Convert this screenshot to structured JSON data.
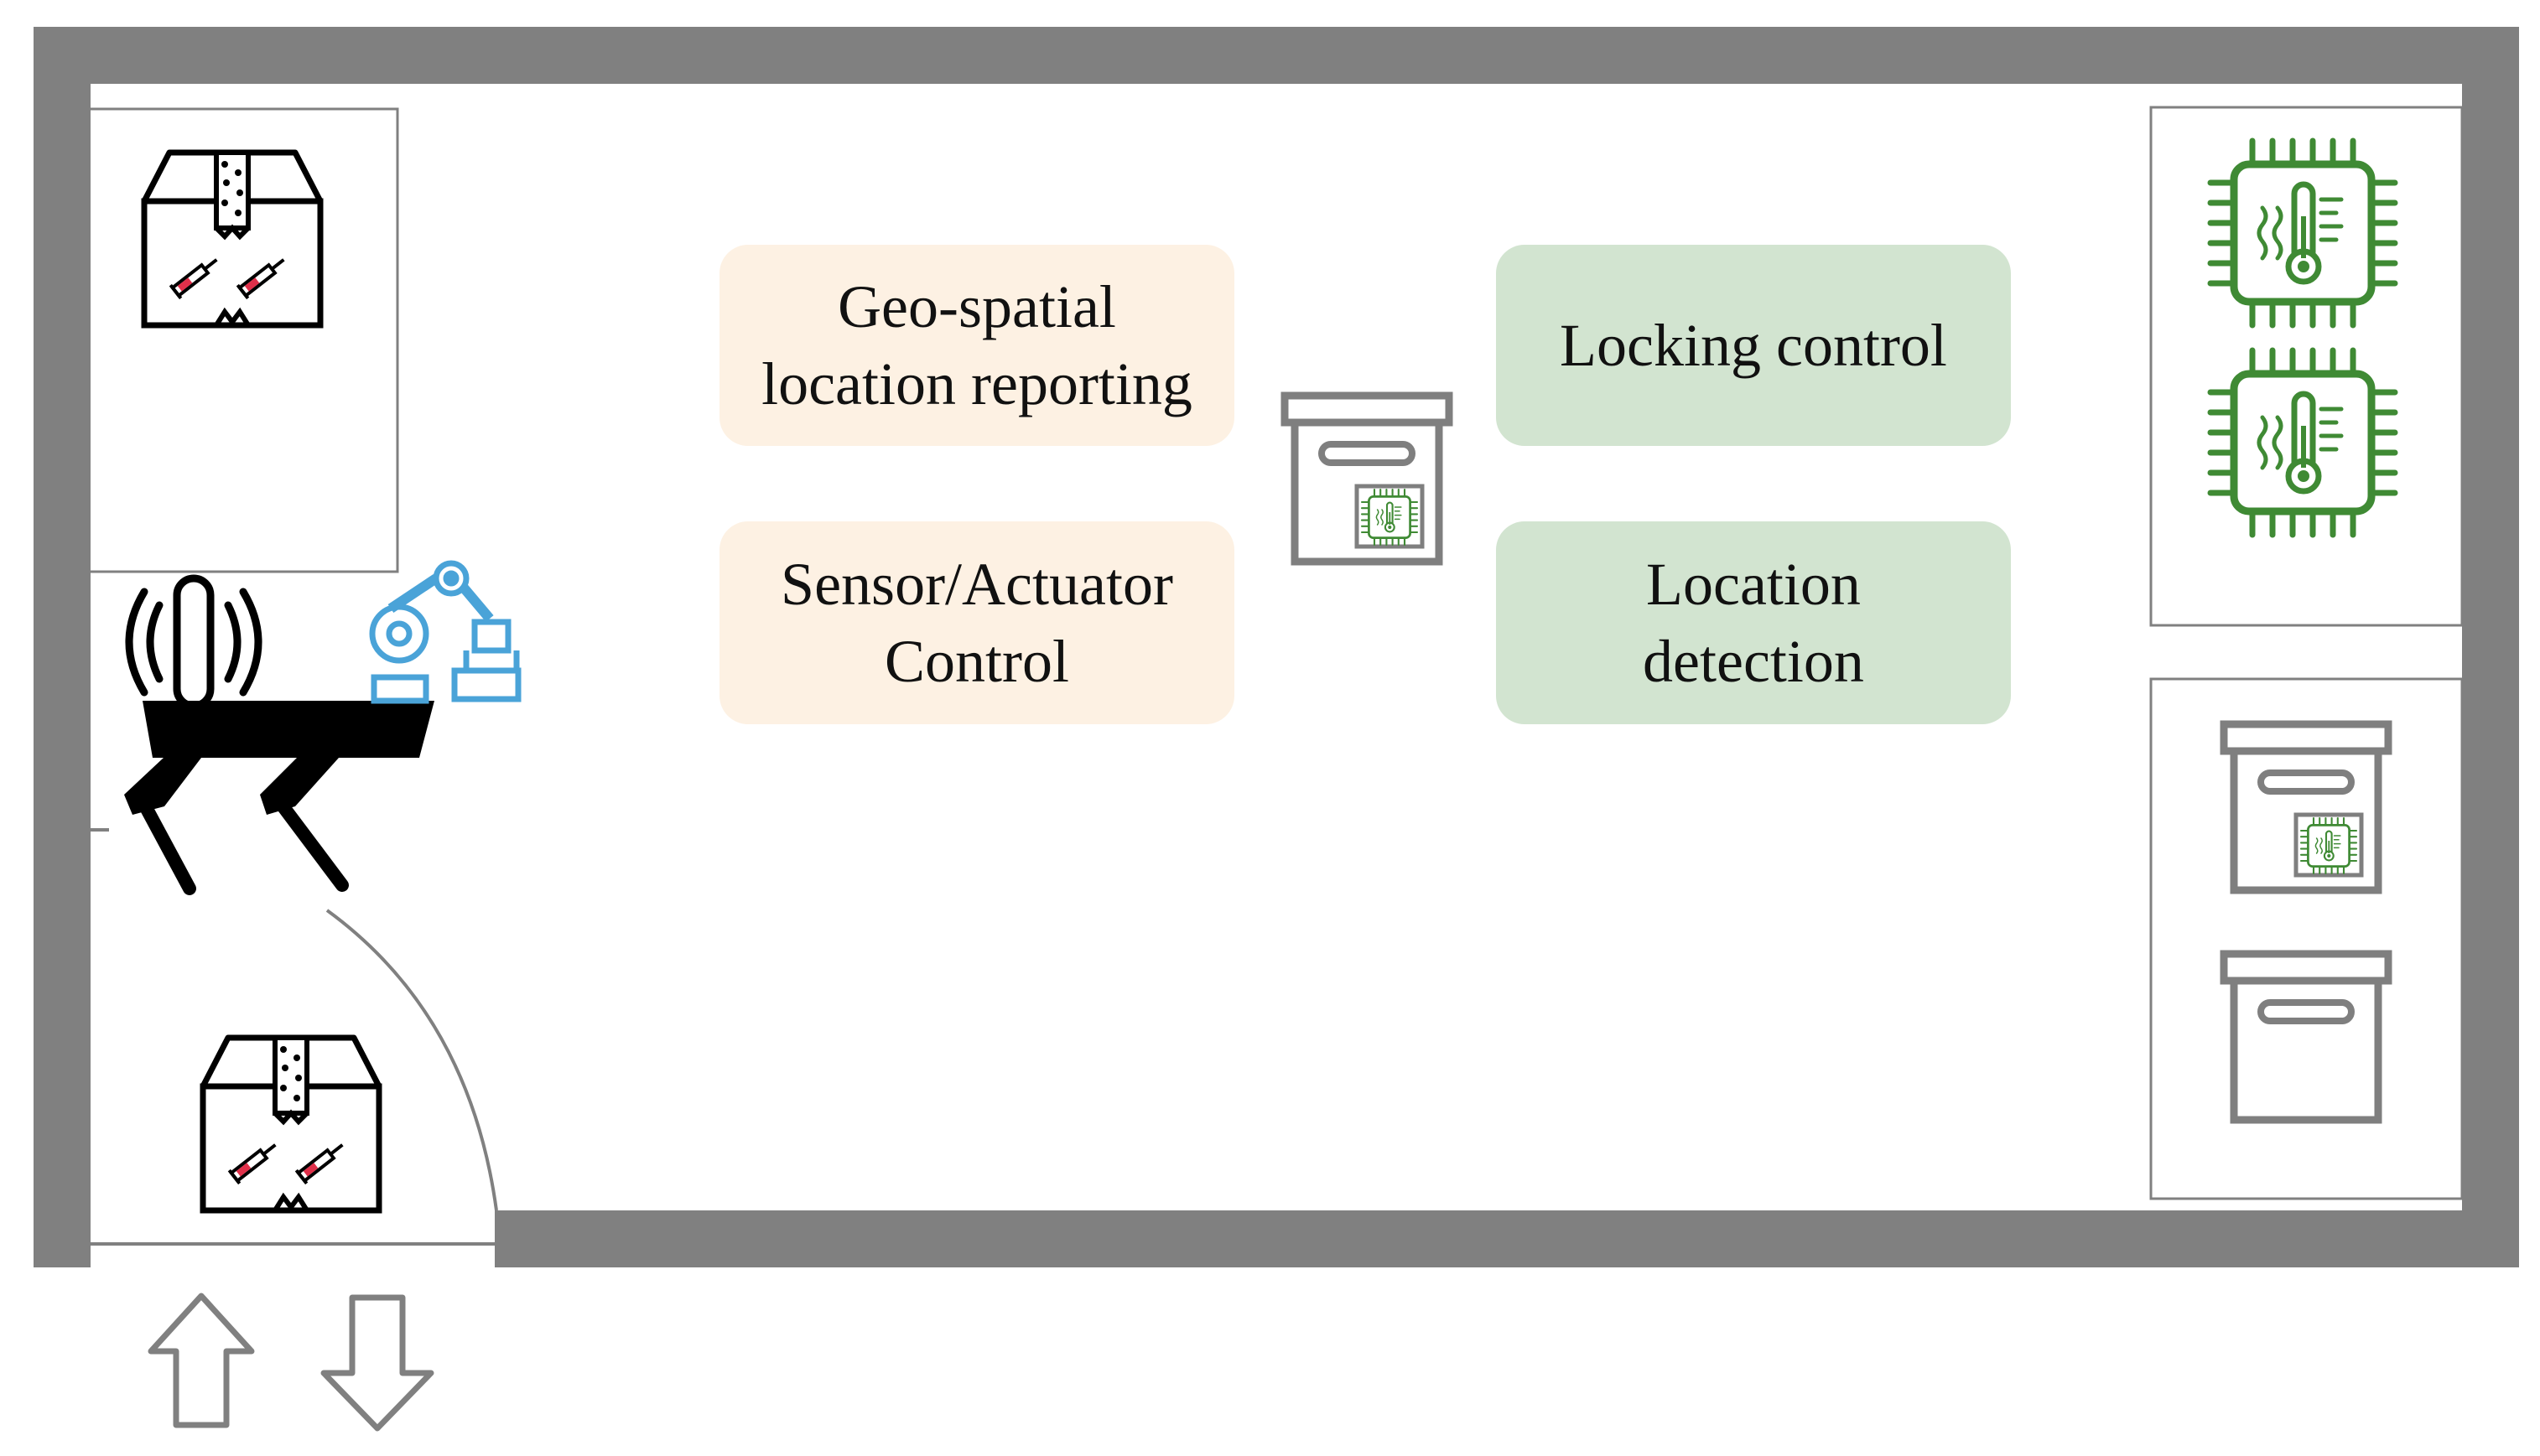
{
  "labels": {
    "geo_spatial": "Geo-spatial\nlocation reporting",
    "sensor_actuator": "Sensor/Actuator\nControl",
    "locking_control": "Locking control",
    "location_detection": "Location\ndetection"
  },
  "colors": {
    "wall": "#808080",
    "orange_box": "#fdf1e3",
    "green_box": "#d2e4d0",
    "chip_green": "#3f8a34",
    "robot_black": "#000000",
    "arm_blue": "#4aa3d8",
    "syringe_red": "#e0304a"
  },
  "icons": [
    "package-box-icon",
    "robot-dog-icon",
    "antenna-signal-icon",
    "robotic-arm-icon",
    "smart-container-icon",
    "temperature-chip-icon",
    "container-icon",
    "arrow-up-icon",
    "arrow-down-icon"
  ]
}
